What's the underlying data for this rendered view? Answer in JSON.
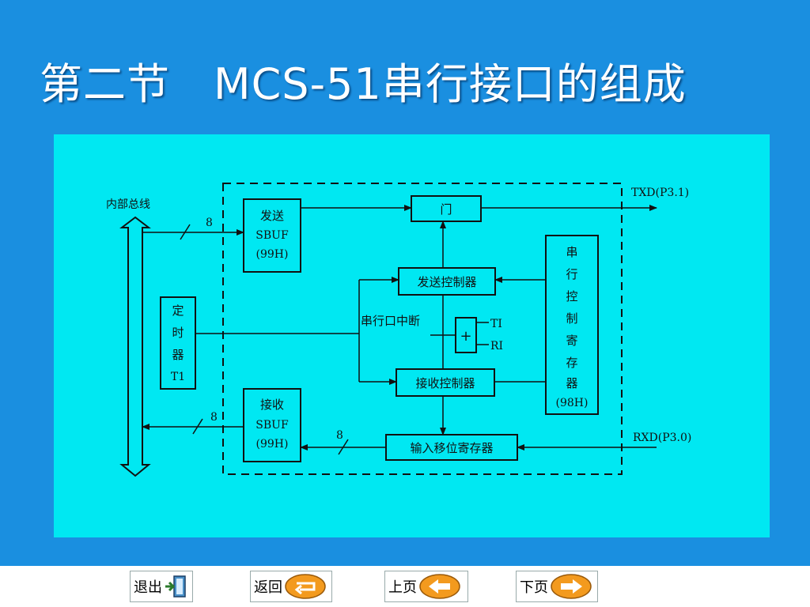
{
  "title": "第二节　MCS-51串行接口的组成",
  "diagram": {
    "internal_bus": "内部总线",
    "send_buffer": {
      "line1": "发送",
      "line2": "SBUF",
      "line3": "(99H)"
    },
    "gate": "门",
    "txd": "TXD(P3.1)",
    "rxd": "RXD(P3.0)",
    "send_controller": "发送控制器",
    "receive_controller": "接收控制器",
    "serial_interrupt": "串行口中断",
    "or_symbol": "+",
    "ti": "TI",
    "ri": "RI",
    "timer": {
      "line1": "定",
      "line2": "时",
      "line3": "器",
      "line4": "T1"
    },
    "scon": {
      "c1": "串",
      "c2": "行",
      "c3": "控",
      "c4": "制",
      "c5": "寄",
      "c6": "存",
      "c7": "器",
      "addr": "(98H)"
    },
    "receive_buffer": {
      "line1": "接收",
      "line2": "SBUF",
      "line3": "(99H)"
    },
    "shift_register": "输入移位寄存器",
    "width_top": "8",
    "width_bottom": "8",
    "width_shift": "8"
  },
  "nav": {
    "exit": "退出",
    "back": "返回",
    "prev": "上页",
    "next": "下页"
  },
  "colors": {
    "background": "#1a8fe0",
    "panel": "#00e8f2",
    "nav_icon": "#f39a1e"
  }
}
